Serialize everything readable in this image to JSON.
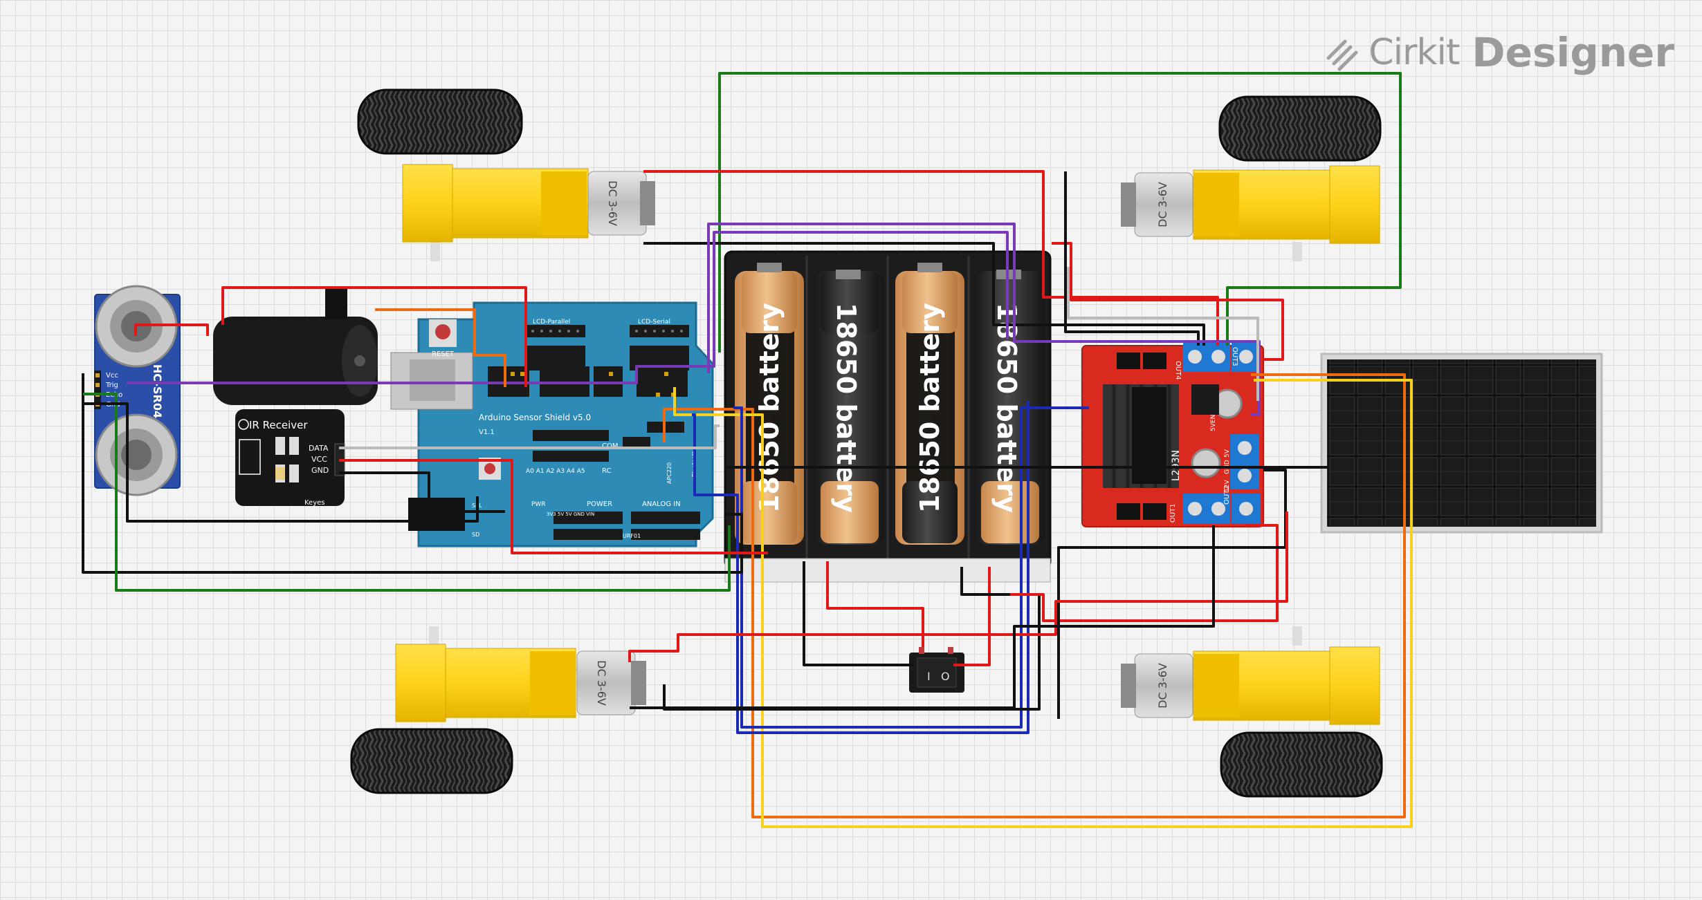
{
  "brand": {
    "name_part1": "Cirkit",
    "name_part2": "Designer"
  },
  "components": {
    "arduino": {
      "shield_title": "Arduino Sensor Shield v5.0",
      "version": "V1.1",
      "reset_label": "RESET",
      "lcd_parallel": "LCD-Parallel",
      "lcd_serial": "LCD-Serial",
      "com_label": "COM",
      "power_label": "POWER",
      "analog_label": "ANALOG IN",
      "rc_label": "RC",
      "pwr_label": "PWR",
      "power_pins": "3V3 5V 5V GND VIN",
      "analog_pins": "A0 A1 A2 A3 A4 A5",
      "urf_label": "URF01",
      "bluetooth_label": "Bluetooth",
      "apc_label": "APC220",
      "sel_label": "SEL",
      "sd_label": "SD"
    },
    "ultrasonic": {
      "model": "HC-SR04",
      "pins": [
        "Vcc",
        "Trig",
        "Echo",
        "Gnd"
      ]
    },
    "ir": {
      "title": "IR Receiver",
      "pins": [
        "DATA",
        "VCC",
        "GND"
      ],
      "brand": "Keyes"
    },
    "batteries": [
      "18650 battery",
      "18650 battery",
      "18650 battery",
      "18650 battery"
    ],
    "motor_driver": {
      "chip": "L293N",
      "out1": "OUT1",
      "out2": "OUT2",
      "out3": "OUT3",
      "out4": "OUT4",
      "v12": "12V",
      "gnd": "GND",
      "v5": "5V",
      "en": "5VEN"
    },
    "motors": [
      "DC 3-6V",
      "DC 3-6V",
      "DC 3-6V",
      "DC 3-6V"
    ],
    "switch": {
      "on": "I",
      "off": "O"
    }
  }
}
